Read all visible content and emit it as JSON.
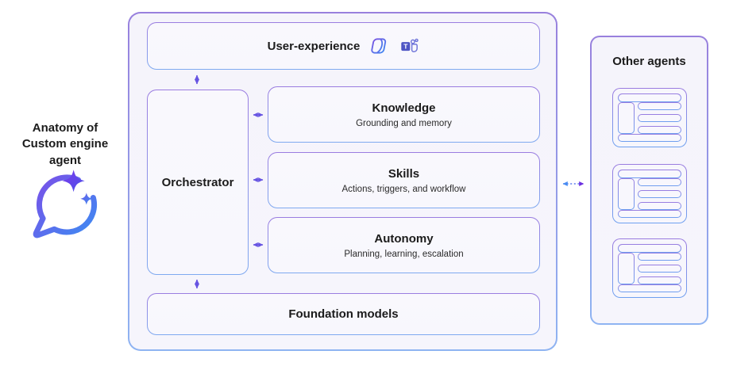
{
  "diagram": {
    "caption": {
      "line1": "Anatomy of",
      "line2": "Custom engine agent"
    },
    "main_panel": {
      "user_experience": {
        "label": "User-experience"
      },
      "orchestrator": {
        "label": "Orchestrator"
      },
      "modules": [
        {
          "title": "Knowledge",
          "subtitle": "Grounding and memory"
        },
        {
          "title": "Skills",
          "subtitle": "Actions, triggers, and workflow"
        },
        {
          "title": "Autonomy",
          "subtitle": "Planning, learning, escalation"
        }
      ],
      "foundation_models": {
        "label": "Foundation models"
      }
    },
    "other_agents": {
      "title": "Other agents",
      "card_count": "3"
    },
    "icons": [
      "chat-sparkle-icon",
      "copilot-icon",
      "teams-icon"
    ],
    "colors": {
      "border_top": "#9880dd",
      "border_bottom": "#8fb4f2",
      "panel_fill": "#f5f4fb",
      "box_fill": "#f9f8fd",
      "arrow": "#6754e2",
      "dotted_arrow_blue": "#4a8df2",
      "dotted_arrow_purple": "#6c2fe0",
      "text": "#1b1b1b",
      "teams_square": "#4e55c4"
    }
  }
}
